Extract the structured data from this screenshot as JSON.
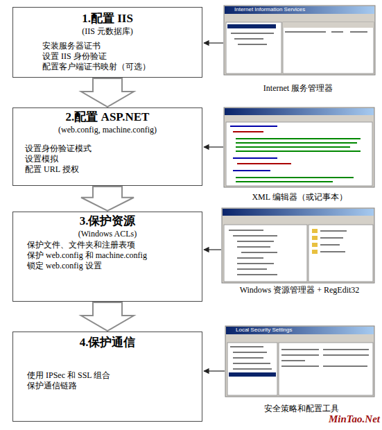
{
  "diagram": {
    "nodes": [
      {
        "text": [
          "1.配置 IIS",
          "(IIS 元数据库)",
          "安装服务器证书",
          "设置 IIS 身份验证",
          "配置客户端证书映射（可选）"
        ]
      },
      {
        "text": [
          "2.配置 ASP.NET",
          "(web.config, machine.config)",
          "设置身份验证模式",
          "设置模拟",
          "配置 URL 授权"
        ]
      },
      {
        "text": [
          "3.保护资源",
          "(Windows ACLs)",
          "保护文件、文件夹和注册表项",
          "保护 web.config 和 machine.config",
          "锁定 web.config 设置"
        ]
      },
      {
        "text": [
          "4.保护通信",
          "使用 IPSec 和 SSL 组合",
          "保护通信链路"
        ]
      }
    ],
    "edges": [
      {
        "from": 0,
        "to": 1,
        "arrow": "to"
      },
      {
        "from": 1,
        "to": 2,
        "arrow": "to"
      },
      {
        "from": 2,
        "to": 3,
        "arrow": "to"
      }
    ],
    "labels": [
      "Internet Information Services",
      "Internet 服务管理器",
      "XML 编辑器（或记事本）",
      "Windows 资源管理器 + RegEdit32",
      "Local Security Settings",
      "安全策略和配置工具",
      "MinTao.Net"
    ]
  }
}
